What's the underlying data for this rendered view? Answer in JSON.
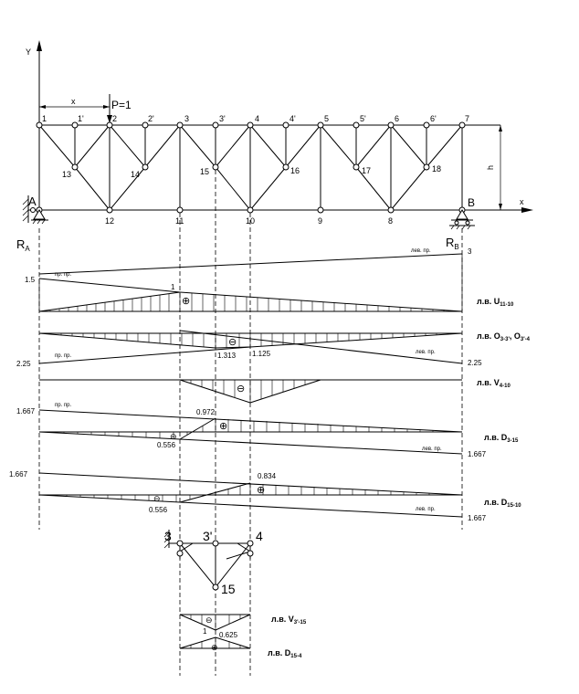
{
  "truss": {
    "axis_y": "Y",
    "axis_x": "x",
    "dim_x": "x",
    "load": "P=1",
    "support_a": "A",
    "support_b": "B",
    "height": "h",
    "reaction_a": "R",
    "reaction_a_sub": "A",
    "reaction_b": "R",
    "reaction_b_sub": "B",
    "top_nodes": [
      "1",
      "1'",
      "2",
      "2'",
      "3",
      "3'",
      "4",
      "4'",
      "5",
      "5'",
      "6",
      "6'",
      "7"
    ],
    "mid_nodes": [
      "13",
      "14",
      "15",
      "16",
      "17",
      "18"
    ],
    "bottom_nodes": [
      "12",
      "11",
      "10",
      "9",
      "8"
    ]
  },
  "lines": {
    "u": {
      "caption": "л.в. U",
      "sub": "11-10",
      "left_val": "1.5",
      "right_val": "3",
      "left_tag": "пр. пр.",
      "right_tag": "лев. пр.",
      "peak": "1",
      "sign": "⊕"
    },
    "o": {
      "caption": "л.в. O",
      "sub1": "3-3'",
      "sep": ", O",
      "sub2": "3'-4",
      "val_a": "1.313",
      "val_b": "1.125",
      "left_val": "2.25",
      "right_val": "2.25",
      "left_tag": "пр. пр.",
      "right_tag": "лев. пр.",
      "sign": "⊖"
    },
    "v": {
      "caption": "л.в. V",
      "sub": "4-10",
      "sign": "⊖"
    },
    "d1": {
      "caption": "л.в. D",
      "sub": "3-15",
      "left_val": "1.667",
      "right_val": "1.667",
      "left_tag": "пр. пр.",
      "right_tag": "лев. пр.",
      "val_pos": "0.972",
      "val_neg": "0.556",
      "sign_pos": "⊕",
      "sign_neg": "⊖"
    },
    "d2": {
      "caption": "л.в. D",
      "sub": "15-10",
      "left_val": "1.667",
      "right_val": "1.667",
      "right_tag": "лев. пр.",
      "val_pos": "0.834",
      "val_neg": "0.556",
      "sign_pos": "⊕",
      "sign_neg": "⊖"
    }
  },
  "detail": {
    "node_a": "3",
    "node_b": "3'",
    "node_c": "4",
    "node_bottom": "15"
  },
  "small_lines": {
    "v3": {
      "caption": "л.в. V",
      "sub": "3'-15",
      "val": "1",
      "sign": "⊖"
    },
    "d15": {
      "caption": "л.в. D",
      "sub": "15-4",
      "val": "0.625",
      "sign": "⊕"
    }
  }
}
